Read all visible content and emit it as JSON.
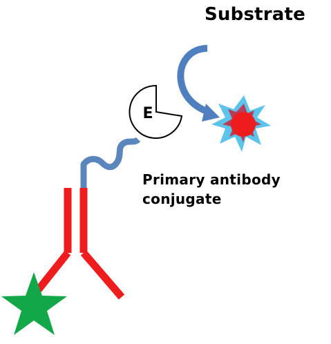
{
  "labels": {
    "substrate": "Substrate",
    "conjugate_line1": "Primary antibody",
    "conjugate_line2": "conjugate",
    "enzyme_letter": "E"
  },
  "colors": {
    "antibody": "#ee1c1c",
    "linker": "#5a86bd",
    "antigen_star": "#12a84a",
    "product_core": "#ee1c1c",
    "product_spikes": "#5cc3ea",
    "product_spike_inner": "#c0304a",
    "enzyme_fill": "#ffffff",
    "enzyme_stroke": "#000000",
    "arrow": "#4f7fbf"
  },
  "icons": {
    "enzyme": "enzyme-pacman-icon",
    "product": "product-burst-icon",
    "antigen": "antigen-star-icon",
    "antibody": "y-antibody-icon"
  }
}
